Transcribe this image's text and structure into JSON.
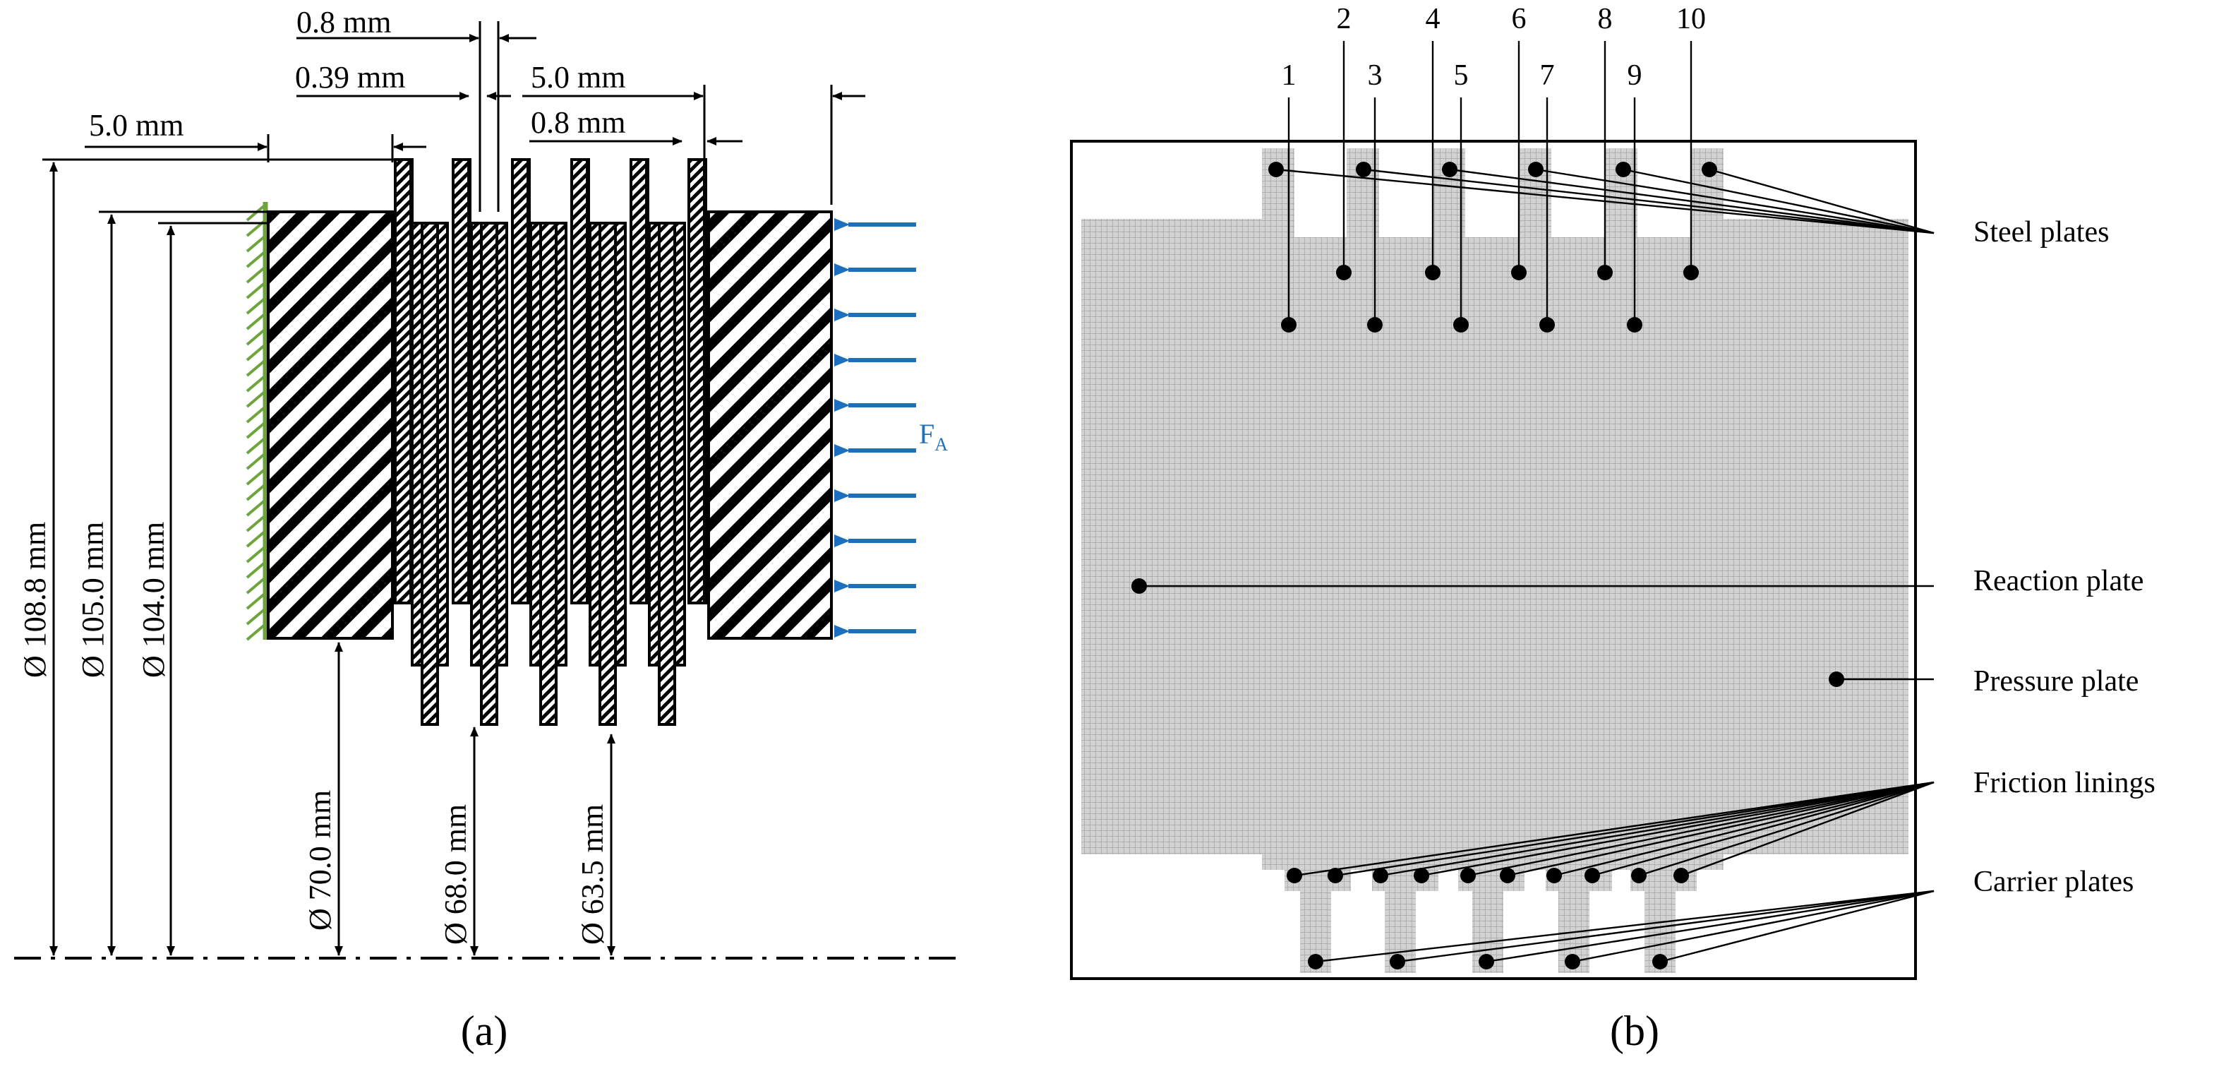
{
  "panel_a": {
    "caption": "(a)",
    "dim_top": [
      "0.8 mm",
      "0.39 mm",
      "5.0 mm",
      "0.8 mm",
      "5.0 mm"
    ],
    "dim_diam_left": [
      "Ø 108.8 mm",
      "Ø 105.0 mm",
      "Ø 104.0 mm"
    ],
    "dim_diam_bottom": [
      "Ø 70.0 mm",
      "Ø 68.0 mm",
      "Ø 63.5 mm"
    ],
    "force_label": "F",
    "force_subscript": "A",
    "colors": {
      "force": "#1f6fc0",
      "fixed_support": "#6ea43c",
      "outline": "#000000"
    }
  },
  "panel_b": {
    "caption": "(b)",
    "plate_numbers": [
      "1",
      "2",
      "3",
      "4",
      "5",
      "6",
      "7",
      "8",
      "9",
      "10"
    ],
    "labels": {
      "steel": "Steel plates",
      "reaction": "Reaction plate",
      "pressure": "Pressure plate",
      "friction": "Friction linings",
      "carrier": "Carrier plates"
    },
    "colors": {
      "mesh_fill": "#cfcfcf",
      "mesh_line": "#9c9c9c"
    }
  }
}
